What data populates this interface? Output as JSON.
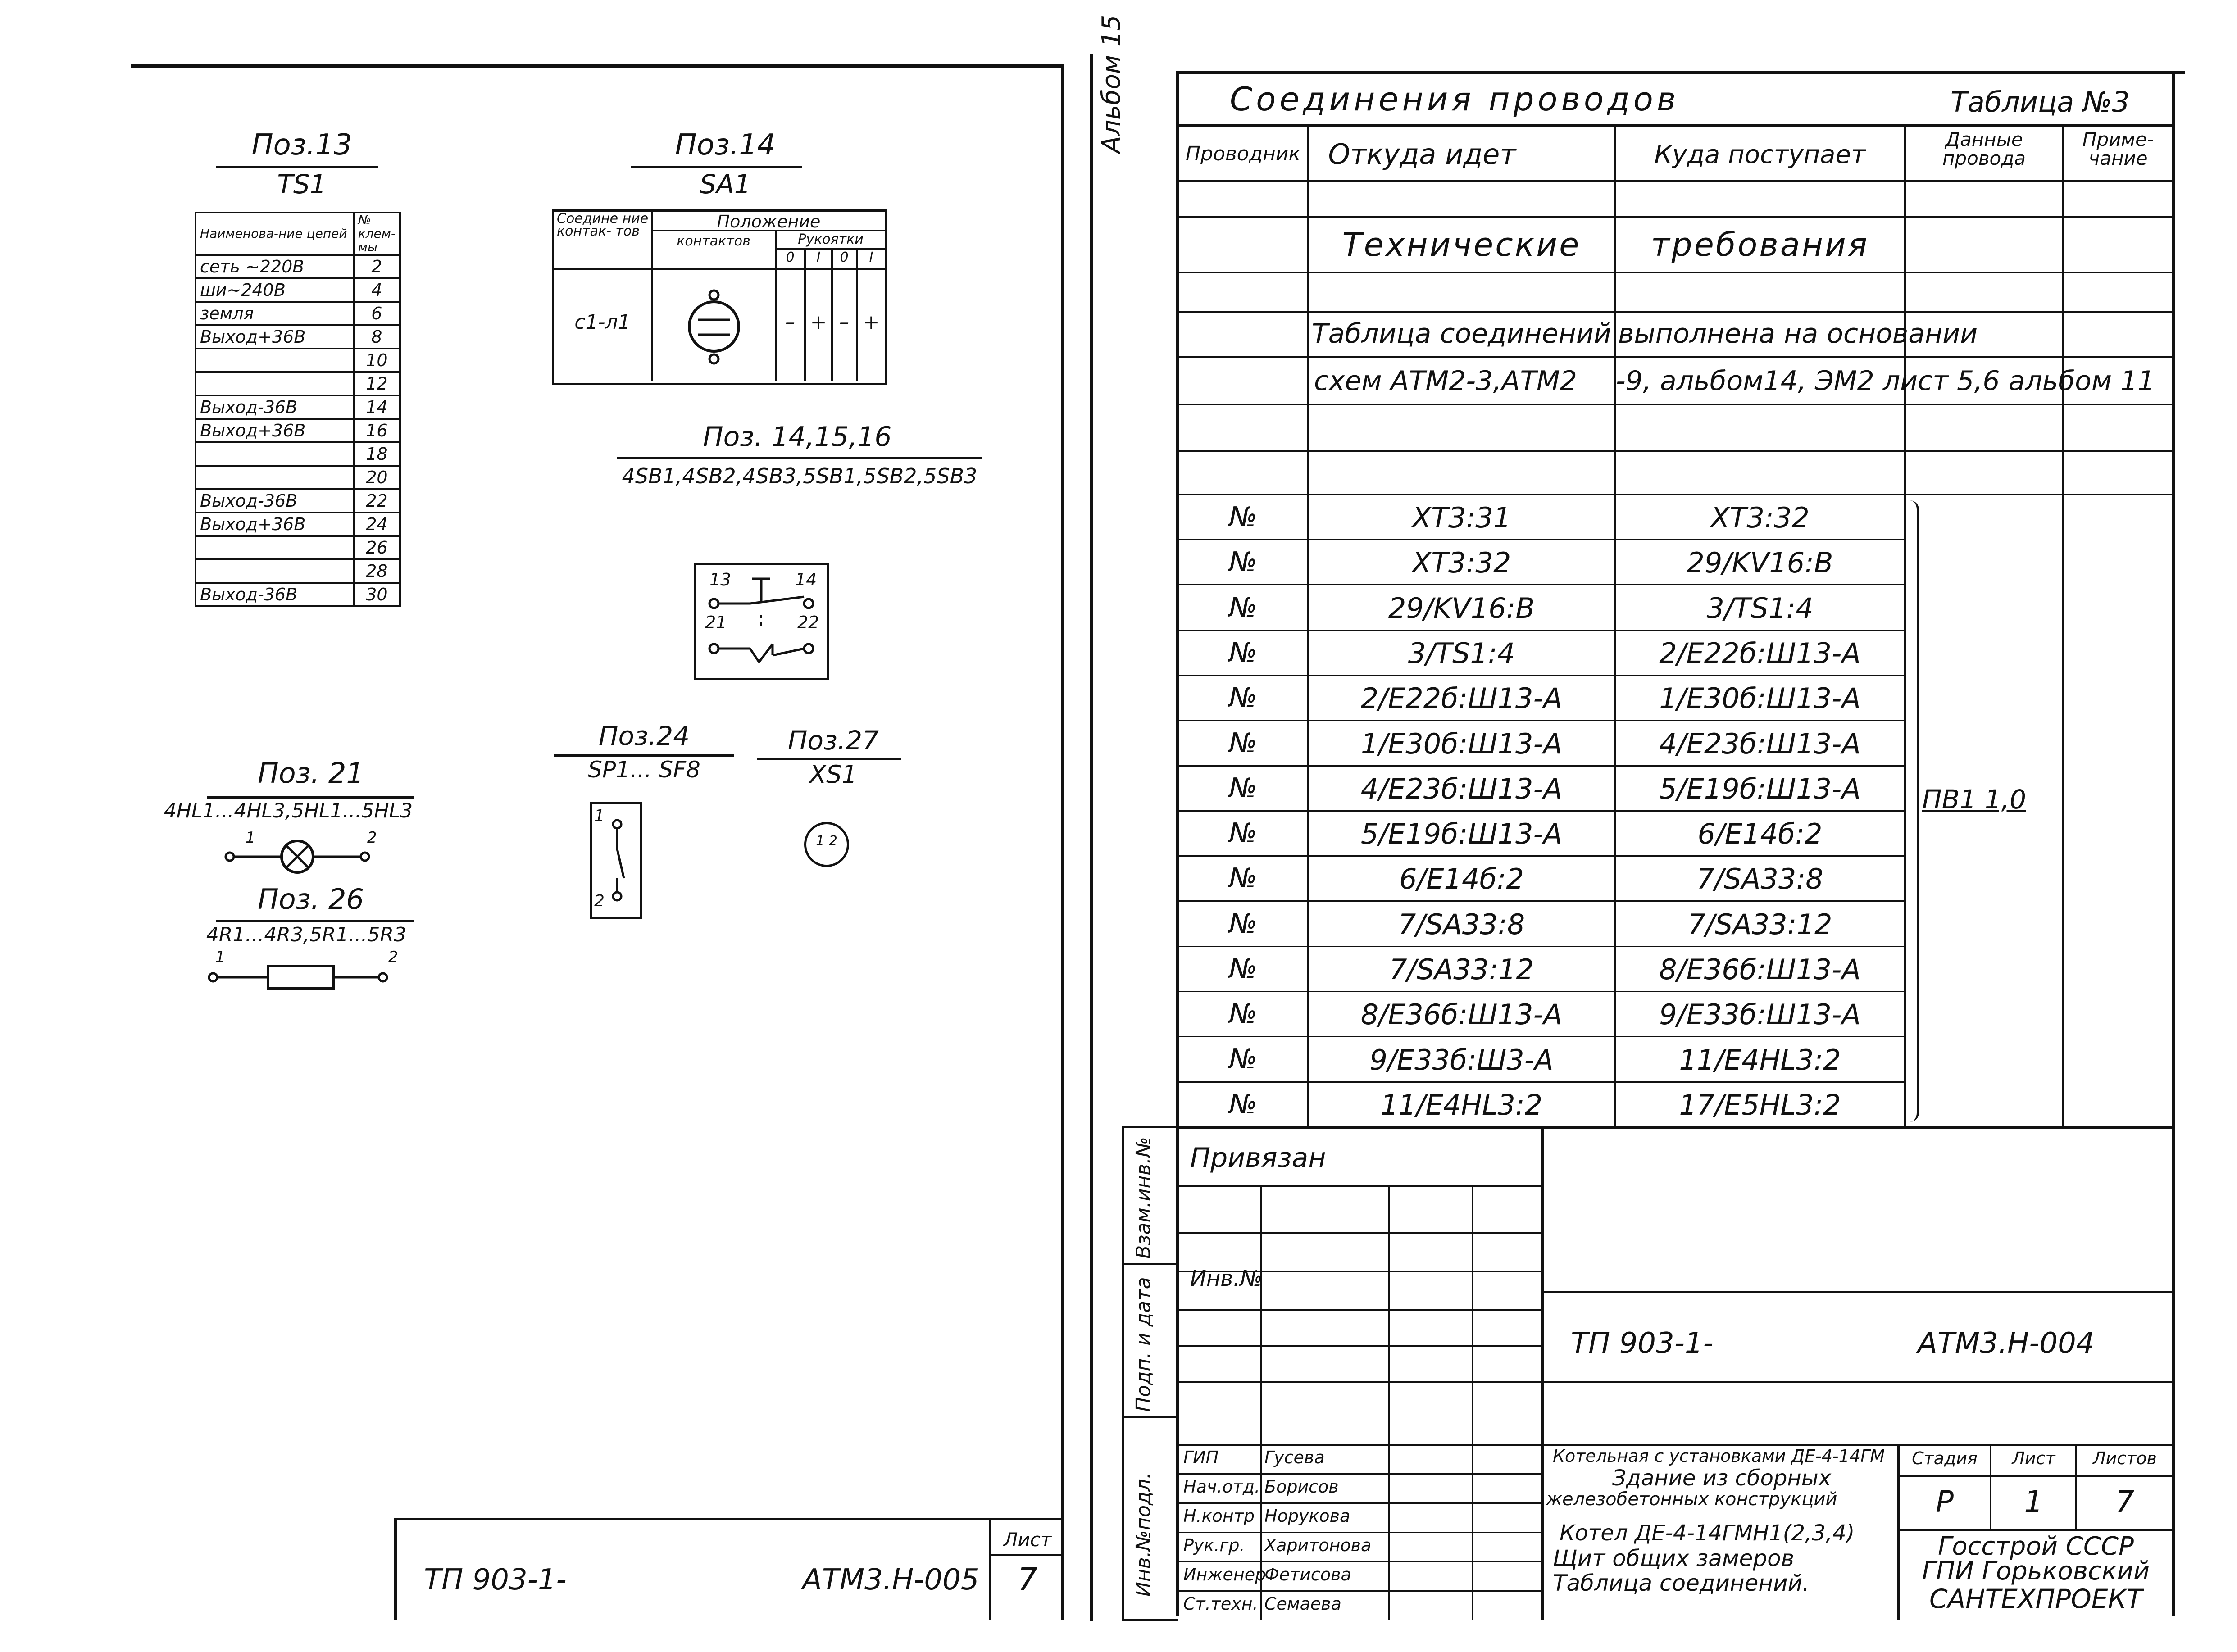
{
  "left_sheet": {
    "pos13": {
      "title": "Поз.13",
      "sub": "TS1",
      "head": [
        "Наименова-ние цепей",
        "№ клем-мы"
      ],
      "rows": [
        [
          "сеть ~220В",
          "2"
        ],
        [
          "ши~240В",
          "4"
        ],
        [
          "земля",
          "6"
        ],
        [
          "Выход+36В",
          "8"
        ],
        [
          "",
          "10"
        ],
        [
          "",
          "12"
        ],
        [
          "Выход-36В",
          "14"
        ],
        [
          "Выход+36В",
          "16"
        ],
        [
          "",
          "18"
        ],
        [
          "",
          "20"
        ],
        [
          "Выход-36В",
          "22"
        ],
        [
          "Выход+36В",
          "24"
        ],
        [
          "",
          "26"
        ],
        [
          "",
          "28"
        ],
        [
          "Выход-36В",
          "30"
        ]
      ]
    },
    "pos14": {
      "title": "Поз.14",
      "sub": "SA1",
      "h1": "Соедине ние контак- тов",
      "h2": "Положение",
      "h3": "контактов",
      "h4": "Рукоятки",
      "cols": [
        "0",
        "I",
        "0",
        "I"
      ],
      "row_label": "с1-л1",
      "marks": [
        "–",
        "+",
        "–",
        "+"
      ]
    },
    "pos14_15_16": {
      "title": "Поз. 14,15,16",
      "sub": "4SB1,4SB2,4SB3,5SB1,5SB2,5SB3",
      "t13": "13",
      "t14": "14",
      "t21": "21",
      "t22": "22"
    },
    "pos24": {
      "title": "Поз.24",
      "sub": "SP1... SF8",
      "t1": "1",
      "t2": "2"
    },
    "pos27": {
      "title": "Поз.27",
      "sub": "XS1",
      "t12": "1 2"
    },
    "pos21": {
      "title": "Поз. 21",
      "sub": "4HL1...4HL3,5HL1...5HL3",
      "t1": "1",
      "t2": "2"
    },
    "pos26": {
      "title": "Поз. 26",
      "sub": "4R1...4R3,5R1...5R3",
      "t1": "1",
      "t2": "2"
    },
    "stamp": {
      "code_left": "ТП 903-1-",
      "code_right": "АТМ3.Н-005",
      "sheet_label": "Лист",
      "sheet_no": "7"
    }
  },
  "right_sheet": {
    "album": "Альбом 15",
    "title": "Соединения проводов",
    "table_no": "Таблица №3",
    "headers": [
      "Проводник",
      "Откуда идет",
      "Куда поступает",
      "Данные провода",
      "Приме-чание"
    ],
    "tech_req": [
      "Технические",
      "требования"
    ],
    "note_line1": [
      "Таблица соединений",
      "выполнена на основании"
    ],
    "note_line2": [
      "схем АТМ2-3,АТМ2",
      "-9, альбом14, ЭМ2 лист 5,6 альбом 11"
    ],
    "wire_data": "ПВ1 1,0",
    "rows": [
      [
        "№",
        "ХТ3:31",
        "ХТ3:32"
      ],
      [
        "№",
        "ХТ3:32",
        "29/KV16:В"
      ],
      [
        "№",
        "29/KV16:В",
        "3/TS1:4"
      ],
      [
        "№",
        "3/TS1:4",
        "2/Е22б:Ш13-А"
      ],
      [
        "№",
        "2/Е22б:Ш13-А",
        "1/Е30б:Ш13-А"
      ],
      [
        "№",
        "1/Е30б:Ш13-А",
        "4/Е23б:Ш13-А"
      ],
      [
        "№",
        "4/Е23б:Ш13-А",
        "5/Е19б:Ш13-А"
      ],
      [
        "№",
        "5/Е19б:Ш13-А",
        "6/Е14б:2"
      ],
      [
        "№",
        "6/Е14б:2",
        "7/SA33:8"
      ],
      [
        "№",
        "7/SA33:8",
        "7/SA33:12"
      ],
      [
        "№",
        "7/SA33:12",
        "8/Е36б:Ш13-А"
      ],
      [
        "№",
        "8/Е36б:Ш13-А",
        "9/Е33б:Ш13-А"
      ],
      [
        "№",
        "9/Е33б:Ш3-А",
        "11/Е4HL3:2"
      ],
      [
        "№",
        "11/Е4HL3:2",
        "17/Е5HL3:2"
      ]
    ],
    "side_labels": [
      "Взам.инв.№",
      "Подп. и дата",
      "Инв.№подл."
    ],
    "stamp": {
      "privyazan": "Привязан",
      "inv": "Инв.№",
      "code_left": "ТП 903-1-",
      "code_right": "АТМ3.Н-004",
      "people": [
        [
          "ГИП",
          "Гусева"
        ],
        [
          "Нач.отд.",
          "Борисов"
        ],
        [
          "Н.контр",
          "Норукова"
        ],
        [
          "Рук.гр.",
          "Харитонова"
        ],
        [
          "Инженер",
          "Фетисова"
        ],
        [
          "Ст.техн.",
          "Семаева"
        ]
      ],
      "desc": [
        "Котельная с установками ДЕ-4-14ГМ",
        "Здание из сборных",
        "железобетонных конструкций",
        "Котел ДЕ-4-14ГМН1(2,3,4)",
        "Щит общих замеров",
        "Таблица соединений."
      ],
      "stage_label": "Стадия",
      "sheet_label": "Лист",
      "sheets_label": "Листов",
      "stage": "Р",
      "sheet": "1",
      "sheets": "7",
      "org1": "Госстрой СССР",
      "org2": "ГПИ Горьковский",
      "org3": "САНТЕХПРОЕКТ"
    }
  }
}
